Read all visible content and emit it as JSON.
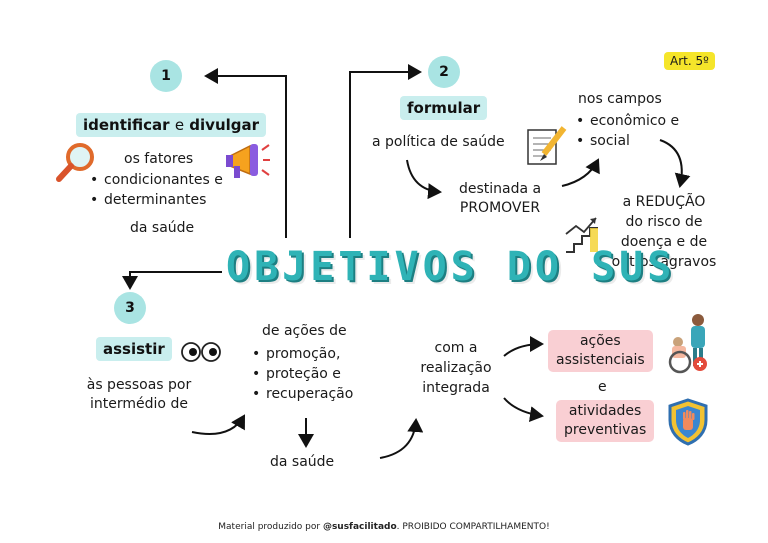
{
  "title": "OBJETIVOS DO SUS",
  "badge": "Art. 5º",
  "objective1": {
    "number": "1",
    "verb1": "identificar",
    "connector": "e",
    "verb2": "divulgar",
    "intro": "os fatores",
    "items": [
      "condicionantes e",
      "determinantes"
    ],
    "tail": "da saúde"
  },
  "objective2": {
    "number": "2",
    "verb": "formular",
    "object": "a política de saúde",
    "destined_line1": "destinada a",
    "destined_line2": "PROMOVER",
    "fields_intro": "nos campos",
    "fields": [
      "econômico e",
      "social"
    ],
    "result_line1": "a REDUÇÃO",
    "result_line2": "do risco de",
    "result_line3": "doença e de",
    "result_line4": "outros agravos"
  },
  "objective3": {
    "number": "3",
    "verb": "assistir",
    "target_line1": "às pessoas por",
    "target_line2": "intermédio de",
    "actions_intro": "de ações de",
    "actions": [
      "promoção,",
      "proteção e",
      "recuperação"
    ],
    "actions_tail": "da saúde",
    "realization_line1": "com a",
    "realization_line2": "realização",
    "realization_line3": "integrada",
    "box1_line1": "ações",
    "box1_line2": "assistenciais",
    "and": "e",
    "box2_line1": "atividades",
    "box2_line2": "preventivas"
  },
  "footer": {
    "pre": "Material produzido por ",
    "handle": "@susfacilitado",
    "post": ". PROIBIDO COMPARTILHAMENTO!"
  },
  "colors": {
    "teal": "#2fb3b6",
    "circle": "#a9e4e3",
    "pill": "#c9eeee",
    "pink": "#f9cfd3",
    "yellow": "#f5e52a"
  },
  "icons": [
    "magnifier-icon",
    "megaphone-icon",
    "notepad-pencil-icon",
    "chart-stairs-icon",
    "eyes-icon",
    "nurse-wheelchair-icon",
    "shield-hand-icon"
  ]
}
